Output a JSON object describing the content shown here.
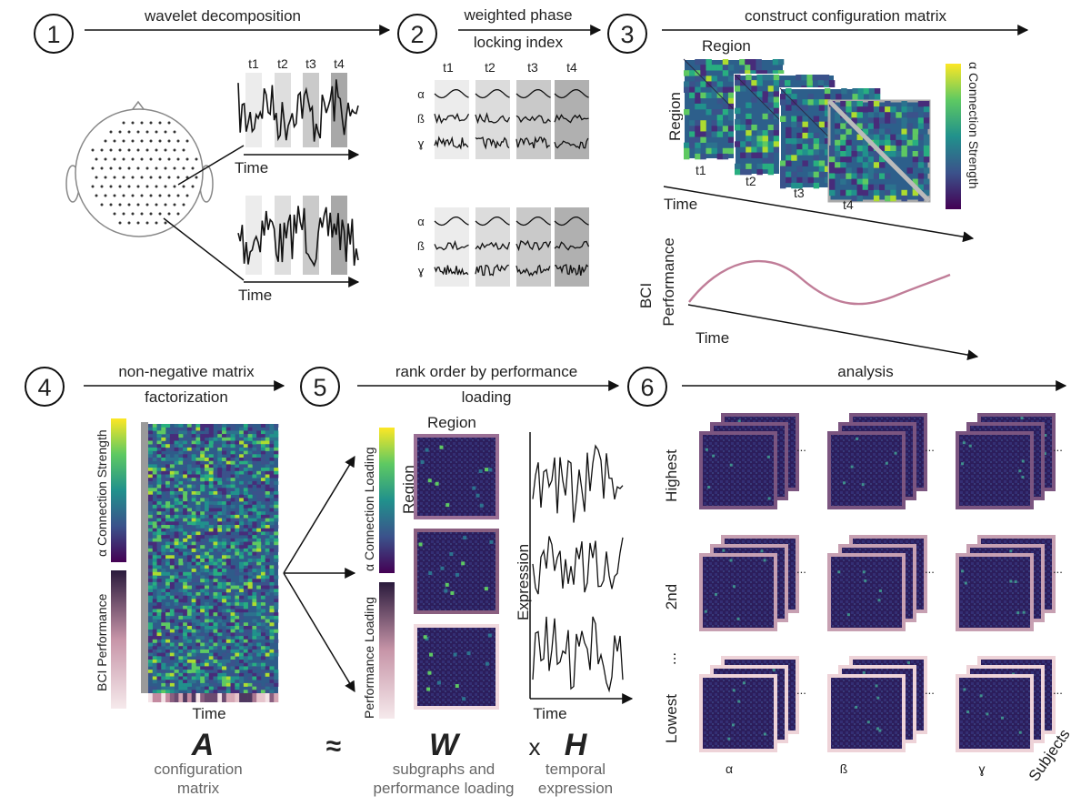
{
  "steps": [
    {
      "number": "1",
      "label": "wavelet decomposition"
    },
    {
      "number": "2",
      "label_line1": "weighted phase",
      "label_line2": "locking index"
    },
    {
      "number": "3",
      "label": "construct configuration matrix"
    },
    {
      "number": "4",
      "label_line1": "non-negative matrix",
      "label_line2": "factorization"
    },
    {
      "number": "5",
      "label_line1": "rank order by performance",
      "label_line2": "loading"
    },
    {
      "number": "6",
      "label": "analysis"
    }
  ],
  "time_windows": [
    "t1",
    "t2",
    "t3",
    "t4"
  ],
  "bands": [
    "α",
    "ß",
    "ɣ"
  ],
  "axis": {
    "time": "Time",
    "region": "Region",
    "bci_line1": "BCI",
    "bci_line2": "Performance",
    "expression": "Expression"
  },
  "colorbars": {
    "alpha_strength": "α Connection Strength",
    "bci_performance": "BCI Performance",
    "alpha_loading": "α Connection Loading",
    "performance_loading": "Performance Loading"
  },
  "equation": {
    "A": "A",
    "A_desc1": "configuration",
    "A_desc2": "matrix",
    "approx": "≈",
    "W": "W",
    "W_desc1": "subgraphs and",
    "W_desc2": "performance loading",
    "times": "x",
    "H": "H",
    "H_desc1": "temporal",
    "H_desc2": "expression"
  },
  "analysis": {
    "rows": [
      "Highest",
      "2nd",
      "Lowest"
    ],
    "ellipsis": "...",
    "columns": [
      "α",
      "ß",
      "ɣ"
    ],
    "subjects": "Subjects"
  },
  "colors": {
    "viridis_dark": "#3b1f5e",
    "viridis_teal": "#2a8f8c",
    "viridis_yellow": "#f0e52a",
    "performance_curve": "#c07d98",
    "purple_dark": "#6e4b78",
    "pink_light": "#ecd3d8"
  }
}
